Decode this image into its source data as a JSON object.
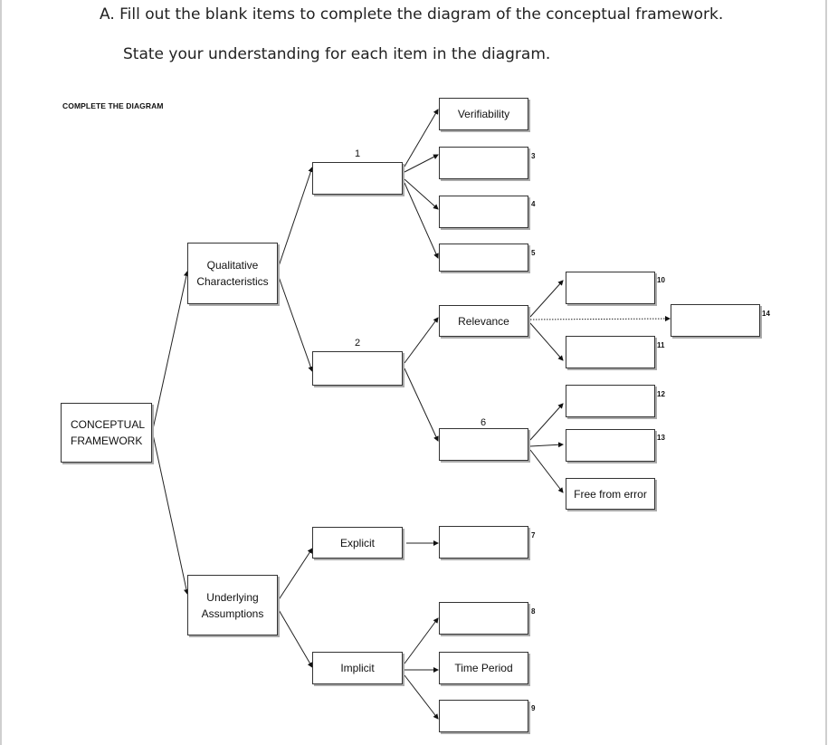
{
  "instructions": {
    "line1": "A. Fill out the blank items to complete the diagram of the conceptual framework.",
    "line2": "State your understanding for each item in the diagram."
  },
  "diagram": {
    "subtitle": "COMPLETE THE DIAGRAM",
    "root": {
      "line1": "CONCEPTUAL",
      "line2": "FRAMEWORK"
    },
    "qualitative": {
      "line1": "Qualitative",
      "line2": "Characteristics"
    },
    "underlying": {
      "line1": "Underlying",
      "line2": "Assumptions"
    },
    "blank1": {
      "number": "1",
      "value": ""
    },
    "blank2": {
      "number": "2",
      "value": ""
    },
    "verifiability": "Verifiability",
    "blank3": {
      "number": "3",
      "value": ""
    },
    "blank4": {
      "number": "4",
      "value": ""
    },
    "blank5": {
      "number": "5",
      "value": ""
    },
    "relevance": "Relevance",
    "blank6": {
      "number": "6",
      "value": ""
    },
    "blank10": {
      "number": "10",
      "value": ""
    },
    "blank11": {
      "number": "11",
      "value": ""
    },
    "blank12": {
      "number": "12",
      "value": ""
    },
    "blank13": {
      "number": "13",
      "value": ""
    },
    "blank14": {
      "number": "14",
      "value": ""
    },
    "free_from_error": "Free from error",
    "explicit": "Explicit",
    "implicit": "Implicit",
    "blank7": {
      "number": "7",
      "value": ""
    },
    "blank8": {
      "number": "8",
      "value": ""
    },
    "blank9": {
      "number": "9",
      "value": ""
    },
    "time_period": "Time Period"
  }
}
